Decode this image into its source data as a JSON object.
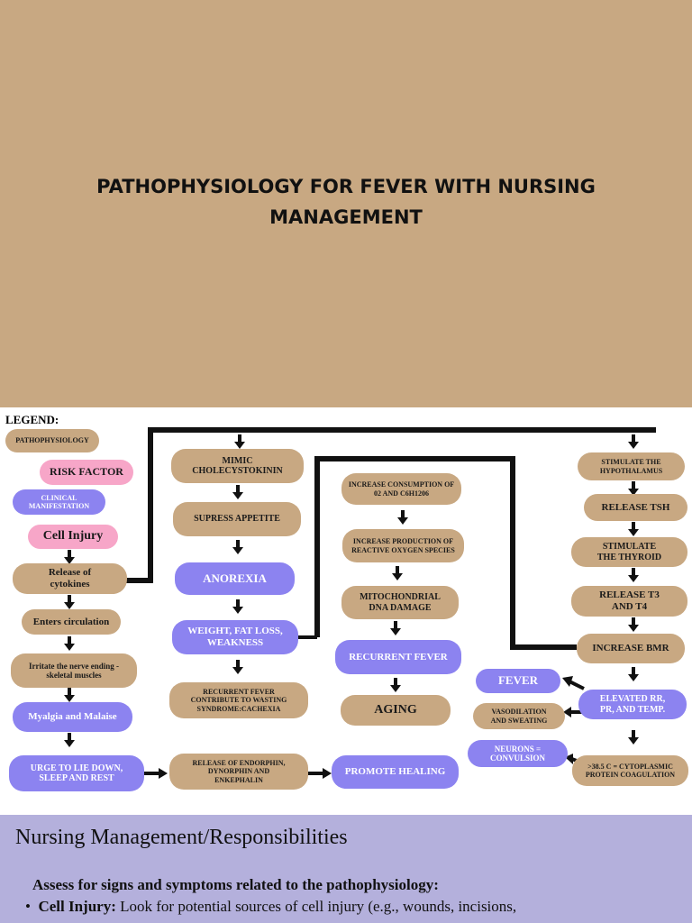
{
  "header": {
    "title": "PATHOPHYSIOLOGY FOR FEVER WITH NURSING MANAGEMENT"
  },
  "legend": {
    "title": "LEGEND:",
    "pathophysiology": "PATHOPHYSIOLOGY",
    "risk_factor": "RISK FACTOR",
    "clinical_manifestation": "CLINICAL\nMANIFESTATION"
  },
  "col1": {
    "cell_injury": "Cell Injury",
    "release_cytokines": "Release of\ncytokines",
    "enters_circulation": "Enters circulation",
    "irritate_nerve": "Irritate the nerve ending -\nskeletal muscles",
    "myalgia": "Myalgia and Malaise",
    "urge": "URGE TO LIE DOWN,\nSLEEP AND REST"
  },
  "col2": {
    "mimic": "MIMIC\nCHOLECYSTOKININ",
    "supress": "SUPRESS APPETITE",
    "anorexia": "ANOREXIA",
    "weight": "WEIGHT, FAT LOSS,\nWEAKNESS",
    "recurrent_cachexia": "RECURRENT FEVER\nCONTRIBUTE TO WASTING\nSYNDROME:CACHEXIA",
    "endorphin": "RELEASE OF ENDORPHIN,\nDYNORPHIN AND\nENKEPHALIN"
  },
  "col3": {
    "increase_consumption": "INCREASE CONSUMPTION OF\n02 AND C6H1206",
    "increase_production": "INCREASE PRODUCTION OF\nREACTIVE OXYGEN SPECIES",
    "mito": "MITOCHONDRIAL\nDNA DAMAGE",
    "recurrent_fever": "RECURRENT FEVER",
    "aging": "AGING",
    "promote_healing": "PROMOTE HEALING"
  },
  "col4": {
    "stimulate_hypo": "STIMULATE THE\nHYPOTHALAMUS",
    "release_tsh": "RELEASE TSH",
    "stimulate_thyroid": "STIMULATE\nTHE THYROID",
    "release_t3": "RELEASE T3\nAND T4",
    "increase_bmr": "INCREASE BMR",
    "elevated": "ELEVATED RR,\nPR, AND TEMP.",
    "fever": "FEVER",
    "vasodilation": "VASODILATION\nAND SWEATING",
    "neurons": "NEURONS =\nCONVULSION",
    "protein": ">38.5 C = CYTOPLASMIC\nPROTEIN COAGULATION"
  },
  "nursing": {
    "title": "Nursing Management/Responsibilities",
    "subtitle": "Assess for signs and symptoms related to the pathophysiology:",
    "bullet_label": "Cell Injury:",
    "bullet_text": " Look for potential sources of cell injury (e.g., wounds, incisions,"
  },
  "colors": {
    "tan": "#c8a882",
    "pink": "#f7a6c8",
    "purple": "#8c83f0",
    "nursing_bg": "#b4b0dc"
  }
}
